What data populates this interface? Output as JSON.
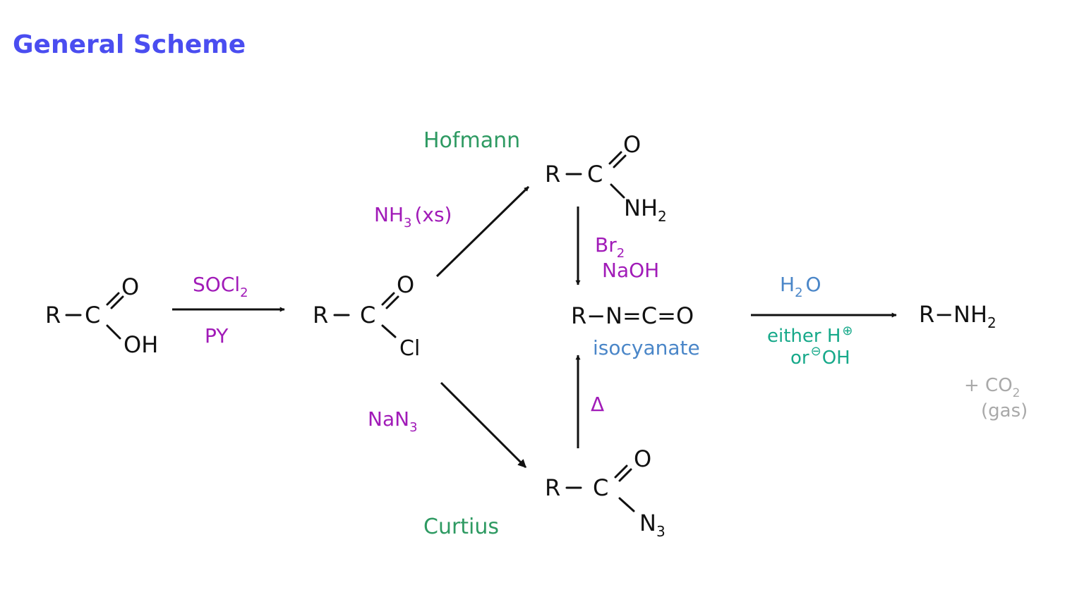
{
  "title": "General Scheme",
  "colors": {
    "title": "#4a4df0",
    "reagent": "#a11bb8",
    "name_reaction": "#2e9a62",
    "isocyanate_label": "#4a86c8",
    "catalyst": "#17a98a",
    "byproduct": "#a9a9a9",
    "structure": "#111111"
  },
  "nodes": {
    "acid": {
      "R": "R",
      "C": "C",
      "O": "O",
      "OH": "OH"
    },
    "acyl_chloride": {
      "R": "R",
      "C": "C",
      "O": "O",
      "Cl": "Cl"
    },
    "amide": {
      "R": "R",
      "C": "C",
      "O": "O",
      "NH": "NH",
      "sub": "2"
    },
    "isocyanate": {
      "formula": "R−N=C=O",
      "label": "isocyanate"
    },
    "acyl_azide": {
      "R": "R",
      "C": "C",
      "O": "O",
      "N": "N",
      "sub": "3"
    },
    "amine": {
      "formula": "R−NH",
      "sub": "2"
    }
  },
  "reagents": {
    "socl2": {
      "main": "SOCl",
      "sub": "2"
    },
    "py": "PY",
    "nh3": {
      "main": "NH",
      "sub": "3",
      "tail": "(xs)"
    },
    "br2": {
      "main": "Br",
      "sub": "2"
    },
    "naoh": "NaOH",
    "nan3": {
      "main": "NaN",
      "sub": "3"
    },
    "heat": "Δ",
    "h2o": {
      "main": "H",
      "sub": "2",
      "tail": "O"
    },
    "either_h": {
      "text": "either H",
      "sup": "⊕"
    },
    "or_oh": {
      "pre": "or",
      "sup": "⊖",
      "text": "OH"
    }
  },
  "names": {
    "hofmann": "Hofmann",
    "curtius": "Curtius"
  },
  "byproduct": {
    "line1": "+ CO",
    "line1_sub": "2",
    "line2": "(gas)"
  }
}
